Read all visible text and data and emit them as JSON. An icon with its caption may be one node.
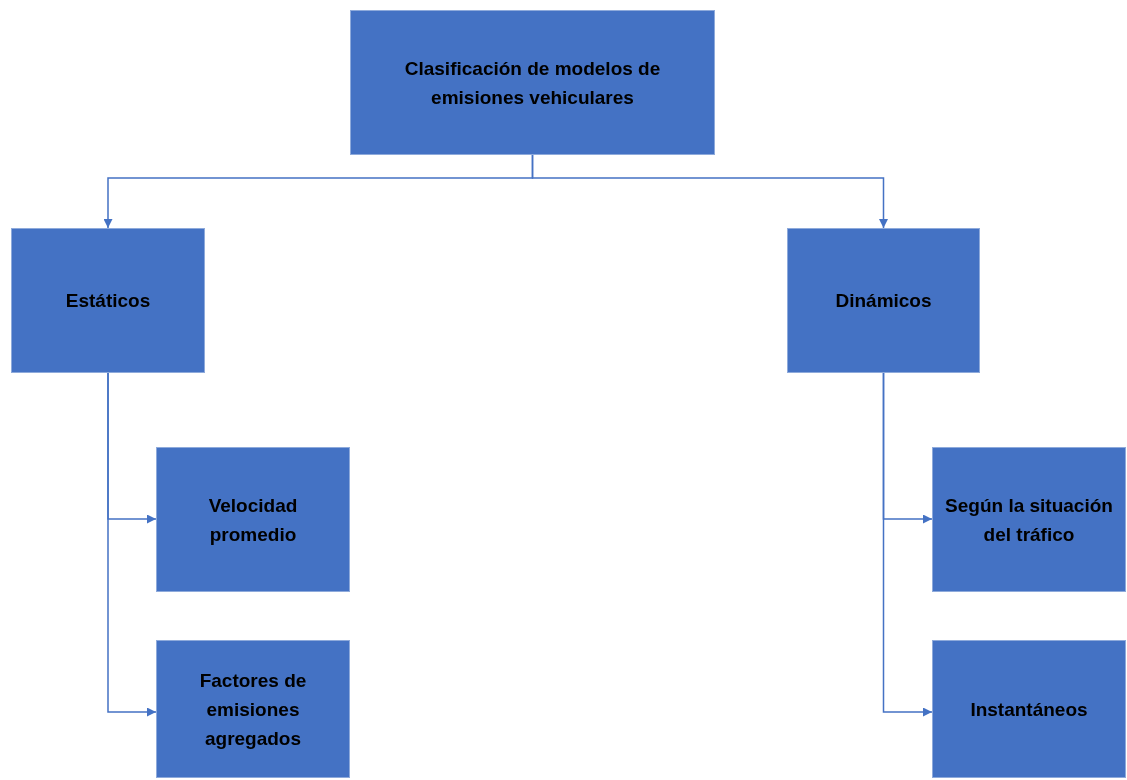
{
  "diagram": {
    "nodes": [
      {
        "text": [
          "Clasificación de modelos de emisiones vehiculares"
        ]
      },
      {
        "text": [
          "Estáticos"
        ]
      },
      {
        "text": [
          "Dinámicos"
        ]
      },
      {
        "text": [
          "Velocidad promedio"
        ]
      },
      {
        "text": [
          "Factores de emisiones agregados"
        ]
      },
      {
        "text": [
          "Según la situación del tráfico"
        ]
      },
      {
        "text": [
          "Instantáneos"
        ]
      }
    ],
    "edges": [
      {
        "from": 0,
        "to": 1,
        "arrow": "to"
      },
      {
        "from": 0,
        "to": 2,
        "arrow": "to"
      },
      {
        "from": 1,
        "to": 3,
        "arrow": "to"
      },
      {
        "from": 1,
        "to": 4,
        "arrow": "to"
      },
      {
        "from": 2,
        "to": 5,
        "arrow": "to"
      },
      {
        "from": 2,
        "to": 6,
        "arrow": "to"
      }
    ]
  }
}
